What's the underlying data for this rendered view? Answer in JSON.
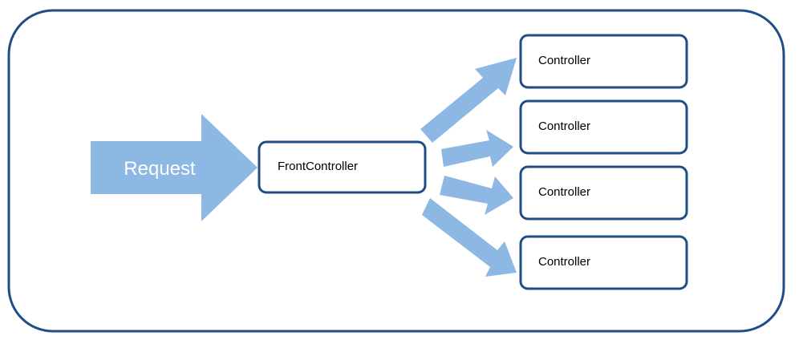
{
  "diagram": {
    "request_label": "Request",
    "front_controller_label": "FrontController",
    "controllers": [
      {
        "label": "Controller"
      },
      {
        "label": "Controller"
      },
      {
        "label": "Controller"
      },
      {
        "label": "Controller"
      }
    ]
  },
  "colors": {
    "outline": "#1f4e86",
    "arrow_fill": "#8db8e3",
    "box_fill": "#ffffff",
    "text": "#000000",
    "arrow_text": "#ffffff"
  }
}
